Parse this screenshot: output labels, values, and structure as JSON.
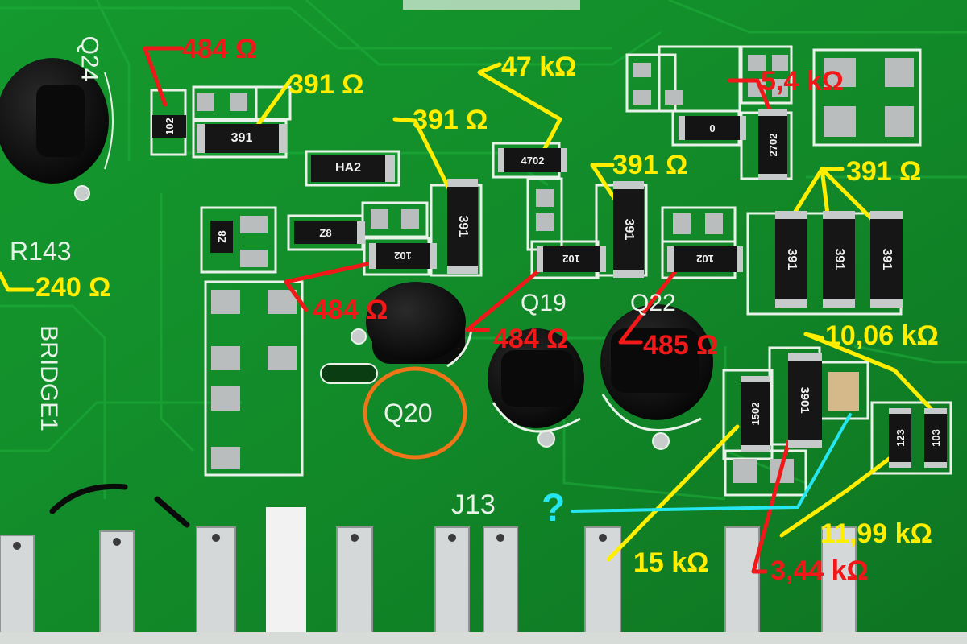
{
  "colors": {
    "board": "#138a2a",
    "board_dark": "#0d6a1f",
    "silkscreen": "#e8f2e8",
    "pad": "#b9bdbd",
    "component": "#151515",
    "annotation_yellow": "#ffee00",
    "annotation_red": "#f01818",
    "annotation_cyan": "#26e6f2",
    "highlight_orange": "#f07418"
  },
  "annotations": {
    "r_top_left": "484 Ω",
    "r_391_a": "391 Ω",
    "r_391_b": "391 Ω",
    "r_47k": "47 kΩ",
    "r_5k4": "5,4 kΩ",
    "r_391_c": "391 Ω",
    "r_391_group": "391 Ω",
    "r_240": "240 Ω",
    "r_484_b": "484 Ω",
    "r_484_c": "484 Ω",
    "r_485": "485 Ω",
    "r_10k06": "10,06 kΩ",
    "r_11k99": "11,99 kΩ",
    "r_15k": "15 kΩ",
    "r_3k44": "3,44 kΩ",
    "unknown": "?"
  },
  "silkscreen": {
    "q20": "Q20",
    "r143": "R143",
    "bridge1": "BRIDGE1",
    "j13": "J13",
    "q19": "Q19",
    "q22": "Q22",
    "q24": "Q24"
  },
  "component_markings": {
    "c391_a": "391",
    "c391_b": "391",
    "c391_c": "391",
    "c391_d": "391",
    "c391_e": "391",
    "c391_f": "391",
    "c102_a": "102",
    "c102_b": "102",
    "c102_c": "102",
    "c102_d": "102",
    "c4702": "4702",
    "c2702": "2702",
    "c3901": "3901",
    "c1502": "1502",
    "c123": "123",
    "c103": "103",
    "ha2": "HA2",
    "z8a": "Z8",
    "z8b": "Z8",
    "c0": "0"
  }
}
